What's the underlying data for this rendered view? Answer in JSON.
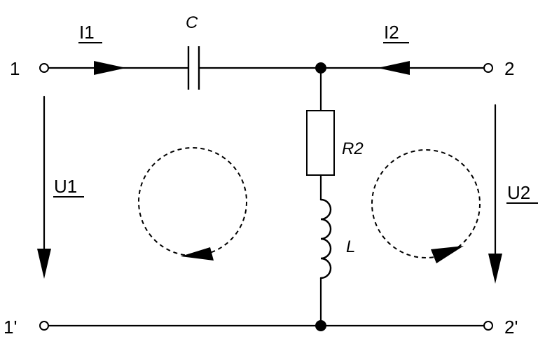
{
  "diagram": {
    "terminals": {
      "port1_top": "1",
      "port1_bottom": "1'",
      "port2_top": "2",
      "port2_bottom": "2'"
    },
    "components": {
      "capacitor": "C",
      "resistor": "R2",
      "inductor": "L"
    },
    "currents": {
      "input": "I1",
      "output": "I2"
    },
    "voltages": {
      "input": "U1",
      "output": "U2"
    }
  }
}
